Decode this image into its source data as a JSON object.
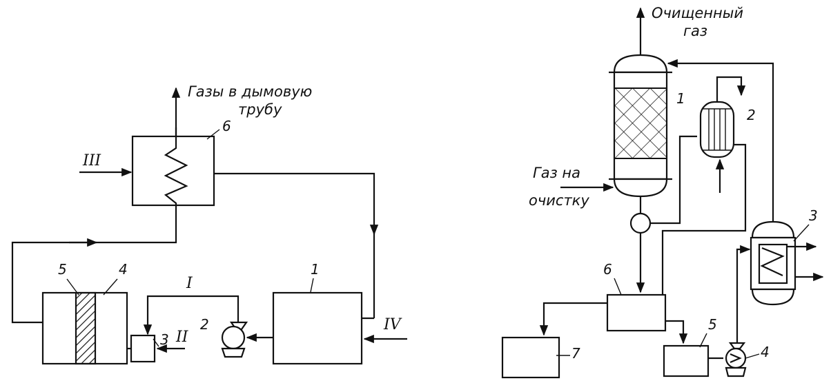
{
  "left_diagram": {
    "outlet_label_line1": "Газы в дымовую",
    "outlet_label_line2": "трубу",
    "streams": {
      "I": "I",
      "II": "II",
      "III": "III",
      "IV": "IV"
    },
    "numbers": {
      "n1": "1",
      "n2": "2",
      "n3": "3",
      "n4": "4",
      "n5": "5",
      "n6": "6"
    }
  },
  "right_diagram": {
    "outlet_label_line1": "Очищенный",
    "outlet_label_line2": "газ",
    "inlet_label_line1": "Газ на",
    "inlet_label_line2": "очистку",
    "numbers": {
      "n1": "1",
      "n2": "2",
      "n3": "3",
      "n4": "4",
      "n5": "5",
      "n6": "6",
      "n7": "7"
    }
  }
}
